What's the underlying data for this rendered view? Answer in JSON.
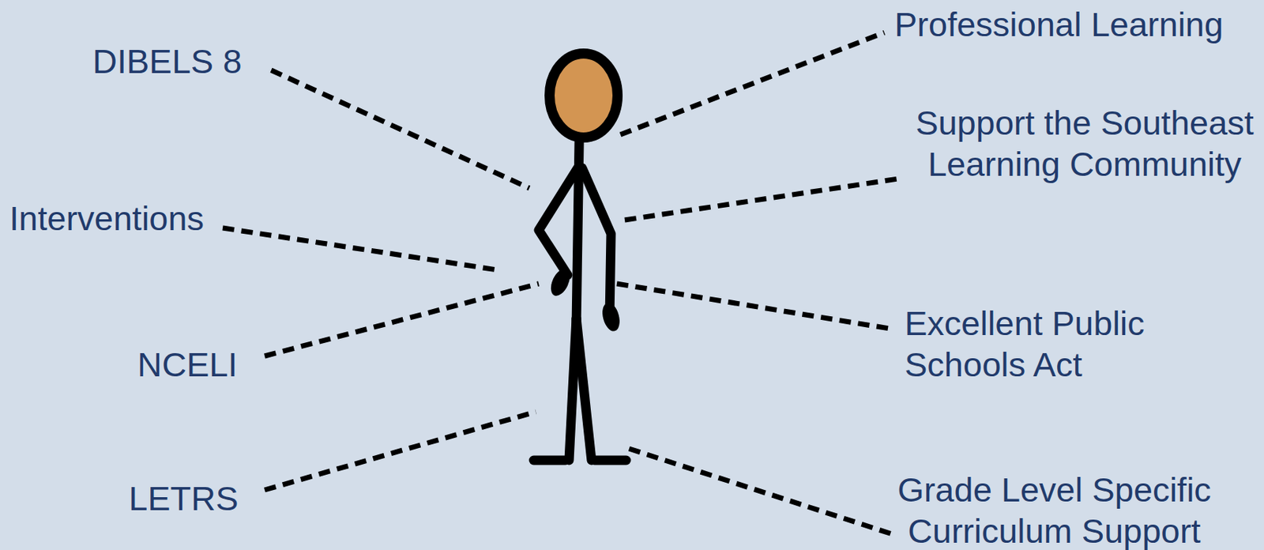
{
  "diagram": {
    "labels": [
      "Professional Learning",
      "DIBELS 8",
      "Support the Southeast Learning Community",
      "Interventions",
      "Excellent Public Schools Act",
      "NCELI",
      "Grade Level Specific Curriculum Support",
      "LETRS"
    ]
  }
}
